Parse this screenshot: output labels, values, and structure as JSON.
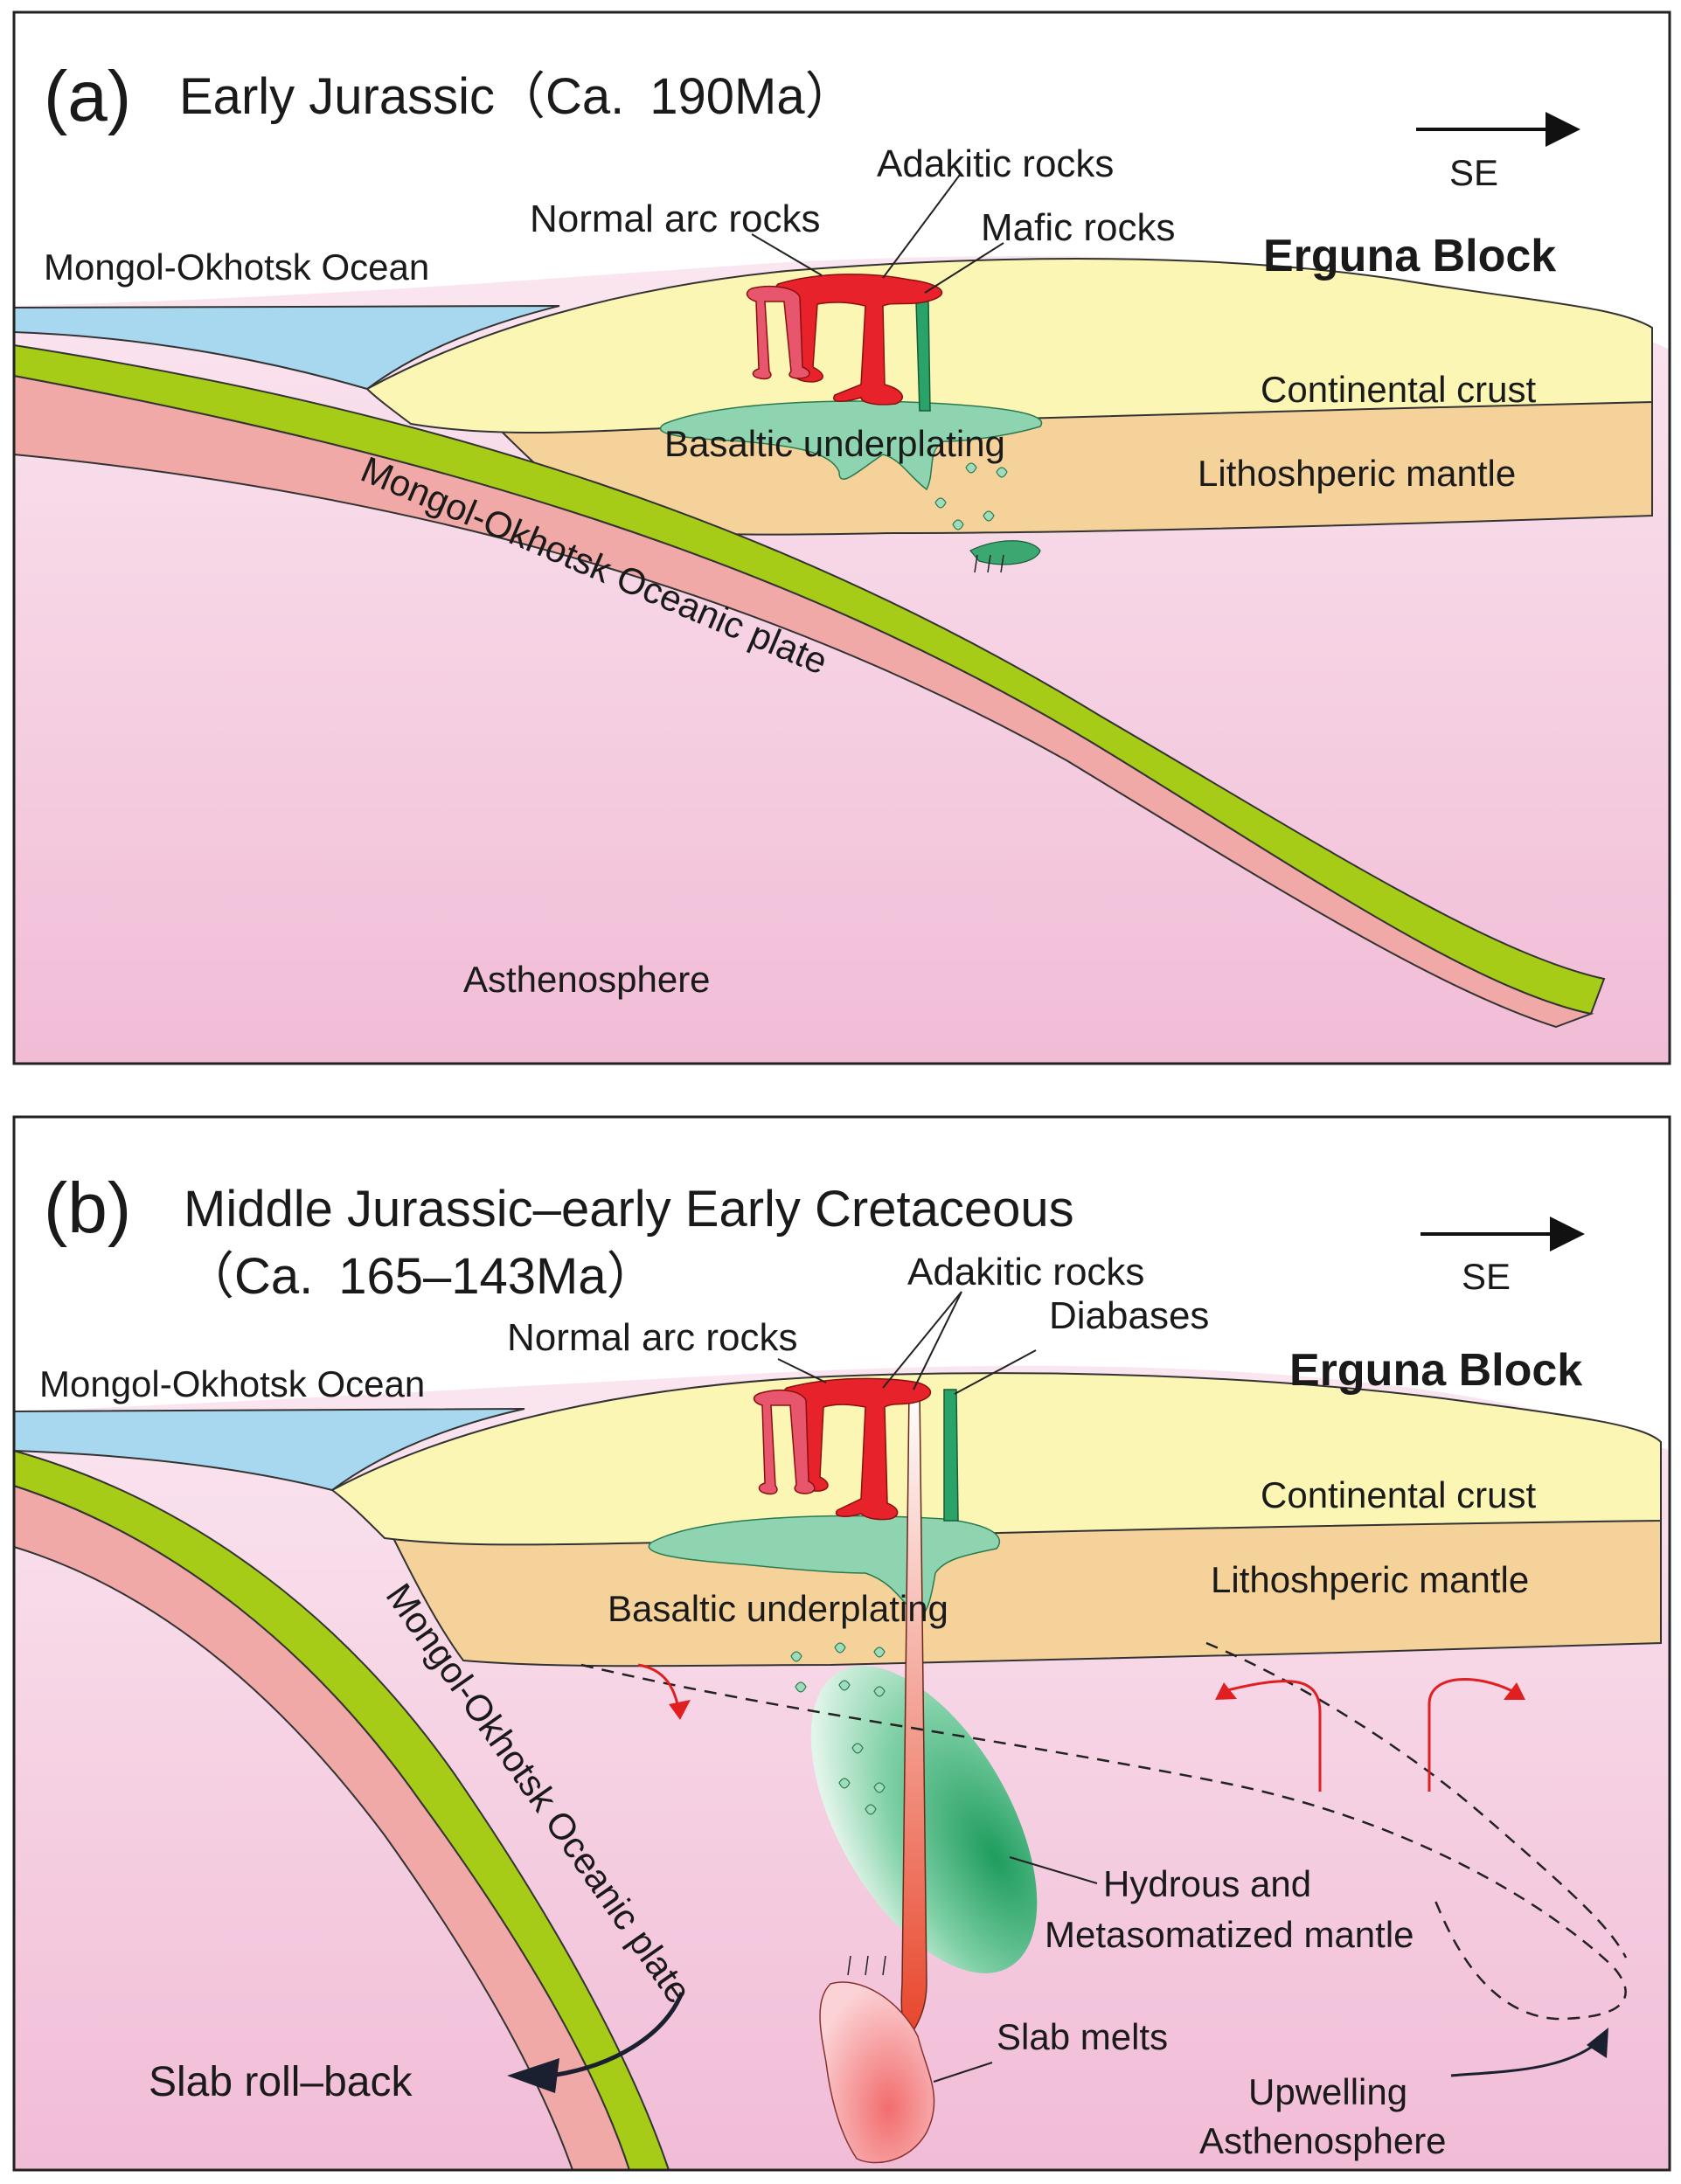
{
  "colors": {
    "ocean": "#a8d8f0",
    "crust": "#fbf6b4",
    "mantle": "#f5d29a",
    "slab_top": "#a6cc18",
    "slab": "#f0a9a6",
    "asthenosphere_top": "#fbeef4",
    "asthenosphere_bottom": "#f1b9d4",
    "arc_red": "#e8222b",
    "arc_pink": "#e8566e",
    "mafic_green": "#2aa368",
    "underplating_green": "#7fcfa7",
    "hydrous_green": "#30a86c",
    "upwelling_arrow": "#e02020",
    "frame": "#222222"
  },
  "panel_a": {
    "label": "(a)",
    "title": "Early Jurassic（Ca. 190Ma）",
    "direction": "SE",
    "block_name": "Erguna Block",
    "ocean_label": "Mongol-Okhotsk Ocean",
    "labels": {
      "adakitic": "Adakitic rocks",
      "normal_arc": "Normal arc rocks",
      "mafic": "Mafic rocks",
      "continental_crust": "Continental crust",
      "lithospheric_mantle": "Lithoshperic mantle",
      "basaltic_underplating": "Basaltic underplating",
      "oceanic_plate": "Mongol-Okhotsk Oceanic plate",
      "asthenosphere": "Asthenosphere"
    }
  },
  "panel_b": {
    "label": "(b)",
    "title_line1": "Middle Jurassic–early Early Cretaceous",
    "title_line2": "（Ca. 165–143Ma）",
    "direction": "SE",
    "block_name": "Erguna Block",
    "ocean_label": "Mongol-Okhotsk Ocean",
    "labels": {
      "adakitic": "Adakitic rocks",
      "diabases": "Diabases",
      "normal_arc": "Normal arc rocks",
      "continental_crust": "Continental crust",
      "lithospheric_mantle": "Lithoshperic mantle",
      "basaltic_underplating": "Basaltic underplating",
      "oceanic_plate": "Mongol-Okhotsk Oceanic plate",
      "hydrous_line1": "Hydrous and",
      "hydrous_line2": "Metasomatized mantle",
      "slab_melts": "Slab melts",
      "slab_rollback": "Slab roll–back",
      "upwelling_line1": "Upwelling",
      "upwelling_line2": "Asthenosphere"
    }
  }
}
